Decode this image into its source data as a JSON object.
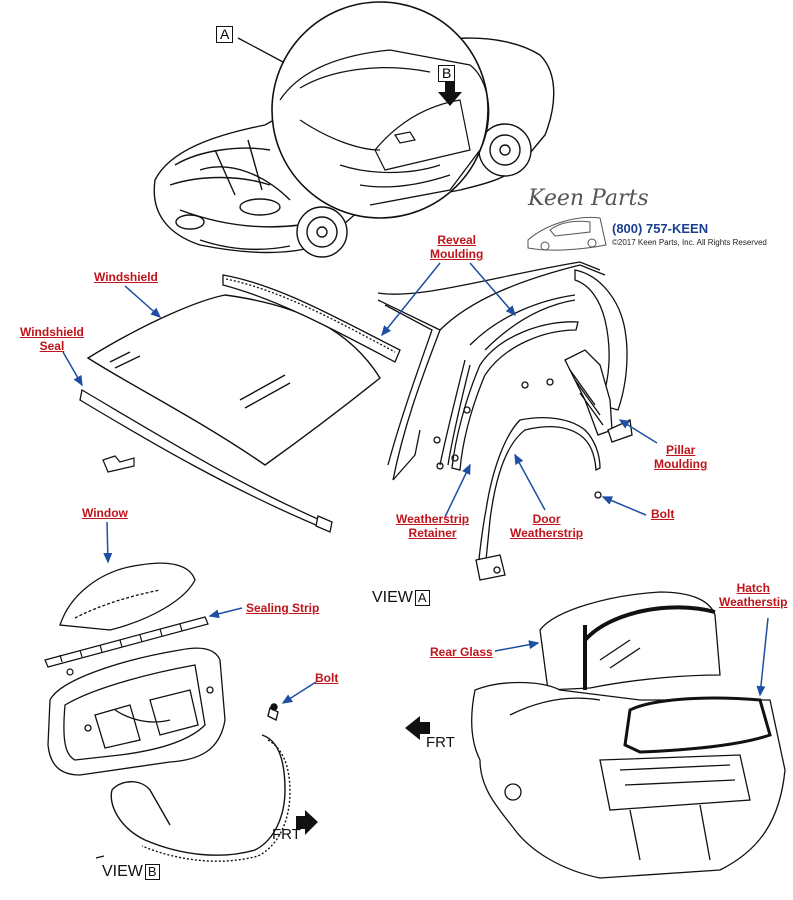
{
  "labels": {
    "windshield": "Windshield",
    "windshield_seal_1": "Windshield",
    "windshield_seal_2": "Seal",
    "reveal_moulding_1": "Reveal",
    "reveal_moulding_2": "Moulding",
    "pillar_moulding_1": "Pillar",
    "pillar_moulding_2": "Moulding",
    "bolt_right": "Bolt",
    "weatherstrip_retainer_1": "Weatherstrip",
    "weatherstrip_retainer_2": "Retainer",
    "door_weatherstrip_1": "Door",
    "door_weatherstrip_2": "Weatherstrip",
    "window": "Window",
    "sealing_strip": "Sealing Strip",
    "bolt_left": "Bolt",
    "rear_glass": "Rear Glass",
    "hatch_weatherstrip_1": "Hatch",
    "hatch_weatherstrip_2": "Weatherstip"
  },
  "views": {
    "view_a_text": "VIEW",
    "view_a_letter": "A",
    "view_b_text": "VIEW",
    "view_b_letter": "B"
  },
  "callouts": {
    "a": "A",
    "b": "B"
  },
  "frt": {
    "left": "FRT",
    "right": "FRT"
  },
  "brand": {
    "logo_text": "Keen Parts",
    "phone": "(800) 757-KEEN",
    "copyright": "©2017 Keen Parts, Inc. All Rights Reserved"
  },
  "colors": {
    "label_red": "#c0141b",
    "leader_blue": "#1f4ea3",
    "line": "#111111",
    "phone_blue": "#1b3f8f"
  }
}
